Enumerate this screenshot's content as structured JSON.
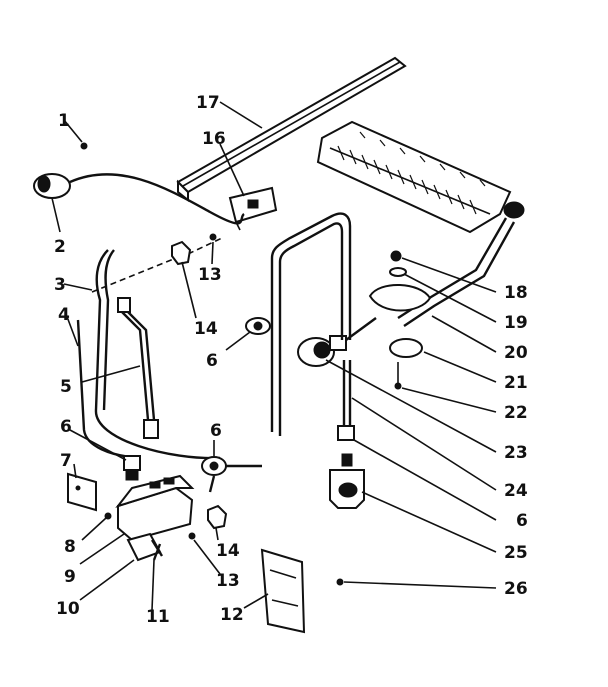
{
  "callouts": {
    "c1": "1",
    "c2": "2",
    "c3": "3",
    "c4": "4",
    "c5": "5",
    "c6a": "6",
    "c6b": "6",
    "c6c": "6",
    "c6d": "6",
    "c7": "7",
    "c8": "8",
    "c9": "9",
    "c10": "10",
    "c11": "11",
    "c12": "12",
    "c13a": "13",
    "c13b": "13",
    "c14a": "14",
    "c14b": "14",
    "c16": "16",
    "c17": "17",
    "c18": "18",
    "c19": "19",
    "c20": "20",
    "c21": "21",
    "c22": "22",
    "c23": "23",
    "c24": "24",
    "c25": "25",
    "c26": "26"
  }
}
